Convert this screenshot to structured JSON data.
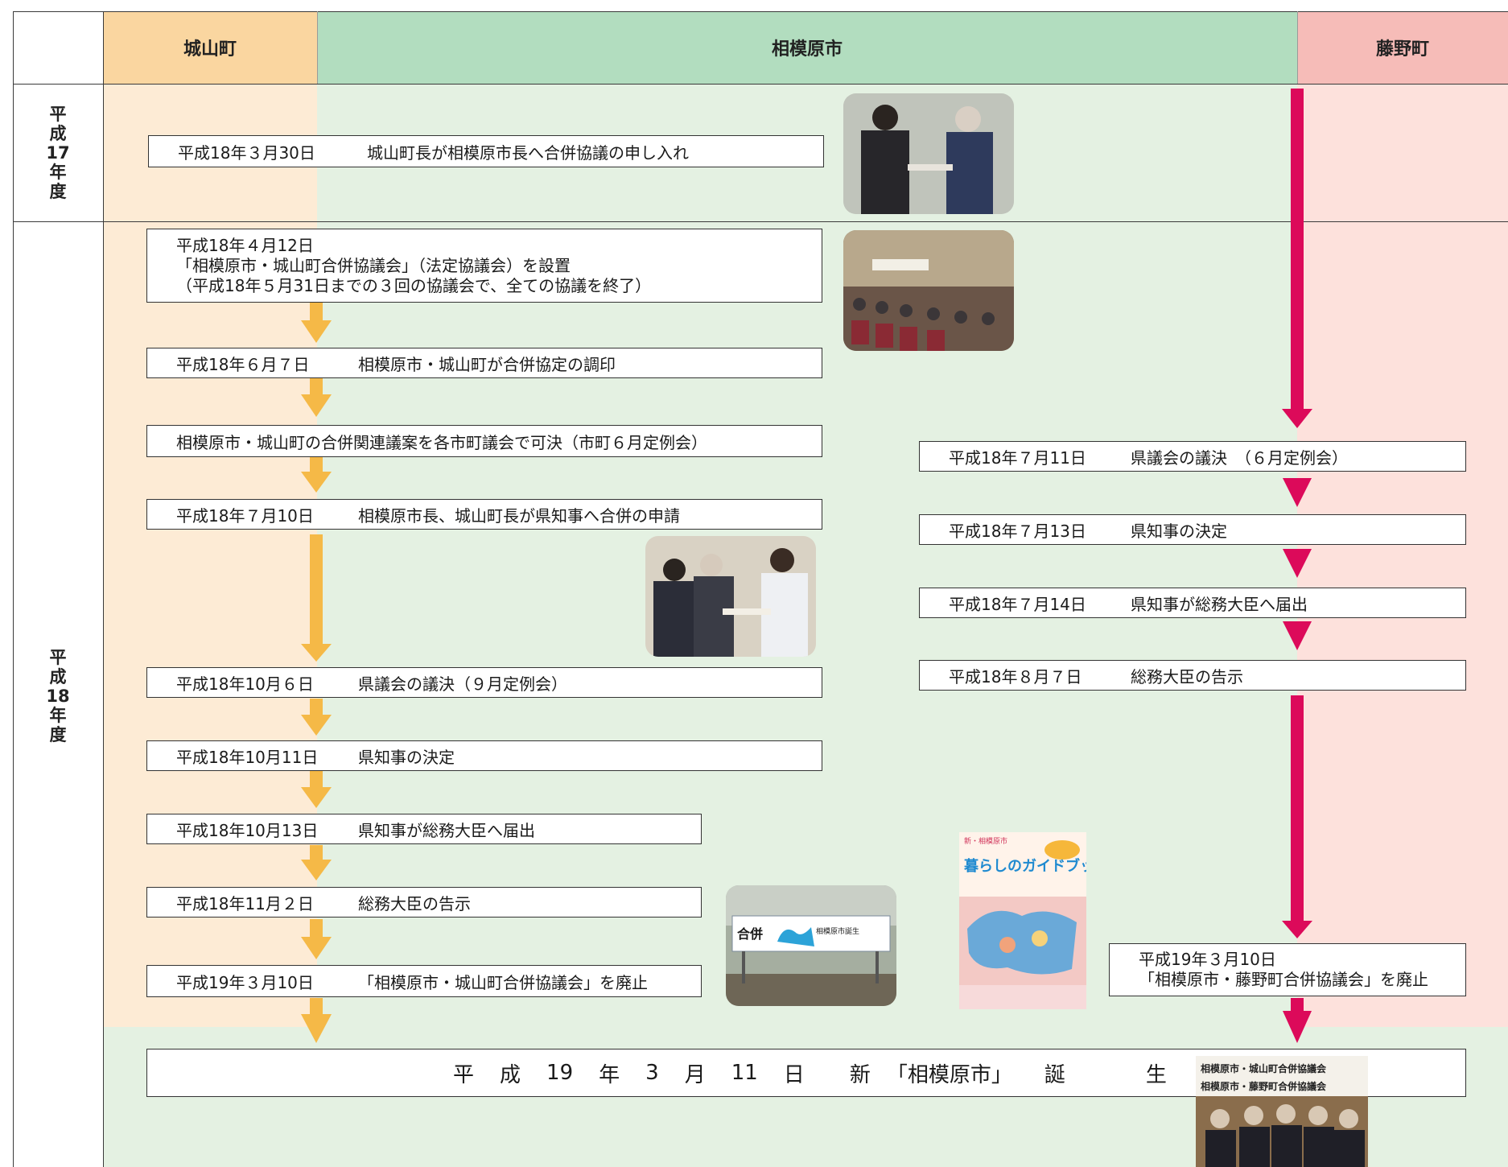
{
  "colors": {
    "shiroyama_header": "#fad6a0",
    "shiroyama_bg": "#fdebd5",
    "sagamihara_header": "#b2ddbf",
    "sagamihara_bg": "#e4f1e2",
    "fujino_header": "#f6bcb8",
    "fujino_bg": "#fde1dc",
    "orange_arrow": "#f5b947",
    "magenta_arrow": "#dc0a5a"
  },
  "header": {
    "shiroyama": "城山町",
    "sagamihara": "相模原市",
    "fujino": "藤野町"
  },
  "eras": {
    "h17": [
      "平",
      "成",
      "17",
      "年",
      "度"
    ],
    "h18": [
      "平",
      "成",
      "18",
      "年",
      "度"
    ]
  },
  "events_left": [
    {
      "date": "平成18年３月30日",
      "text": "城山町長が相模原市長へ合併協議の申し入れ"
    },
    {
      "lines": [
        "平成18年４月12日",
        "「相模原市・城山町合併協議会」（法定協議会）を設置",
        "（平成18年５月31日までの３回の協議会で、全ての協議を終了）"
      ]
    },
    {
      "date": "平成18年６月７日",
      "text": "相模原市・城山町が合併協定の調印"
    },
    {
      "text": "相模原市・城山町の合併関連議案を各市町議会で可決（市町６月定例会）"
    },
    {
      "date": "平成18年７月10日",
      "text": "相模原市長、城山町長が県知事へ合併の申請"
    },
    {
      "date": "平成18年10月６日",
      "text": "県議会の議決（９月定例会）"
    },
    {
      "date": "平成18年10月11日",
      "text": "県知事の決定"
    },
    {
      "date": "平成18年10月13日",
      "text": "県知事が総務大臣へ届出"
    },
    {
      "date": "平成18年11月２日",
      "text": "総務大臣の告示"
    },
    {
      "date": "平成19年３月10日",
      "text": "「相模原市・城山町合併協議会」を廃止"
    }
  ],
  "events_right": [
    {
      "date": "平成18年７月11日",
      "text": "県議会の議決　（６月定例会）"
    },
    {
      "date": "平成18年７月13日",
      "text": "県知事の決定"
    },
    {
      "date": "平成18年７月14日",
      "text": "県知事が総務大臣へ届出"
    },
    {
      "date": "平成18年８月７日",
      "text": "総務大臣の告示"
    },
    {
      "lines": [
        "平成19年３月10日",
        "「相模原市・藤野町合併協議会」を廃止"
      ]
    }
  ],
  "final": "平成19年3月11日　新「相模原市」誕生",
  "final_chars": [
    "平",
    "成",
    "19",
    "年",
    "3",
    "月",
    "11",
    "日",
    "新",
    "「相模原市」",
    "誕",
    "生"
  ],
  "photos": {
    "guidebook_title": "暮らしのガイドブック",
    "guidebook_tag": "新・相模原市",
    "sign_text": "合併",
    "sign_sub": "相模原市誕生",
    "council_label_1": "相模原市・城山町合併協議会",
    "council_label_2": "相模原市・藤野町合併協議会"
  }
}
